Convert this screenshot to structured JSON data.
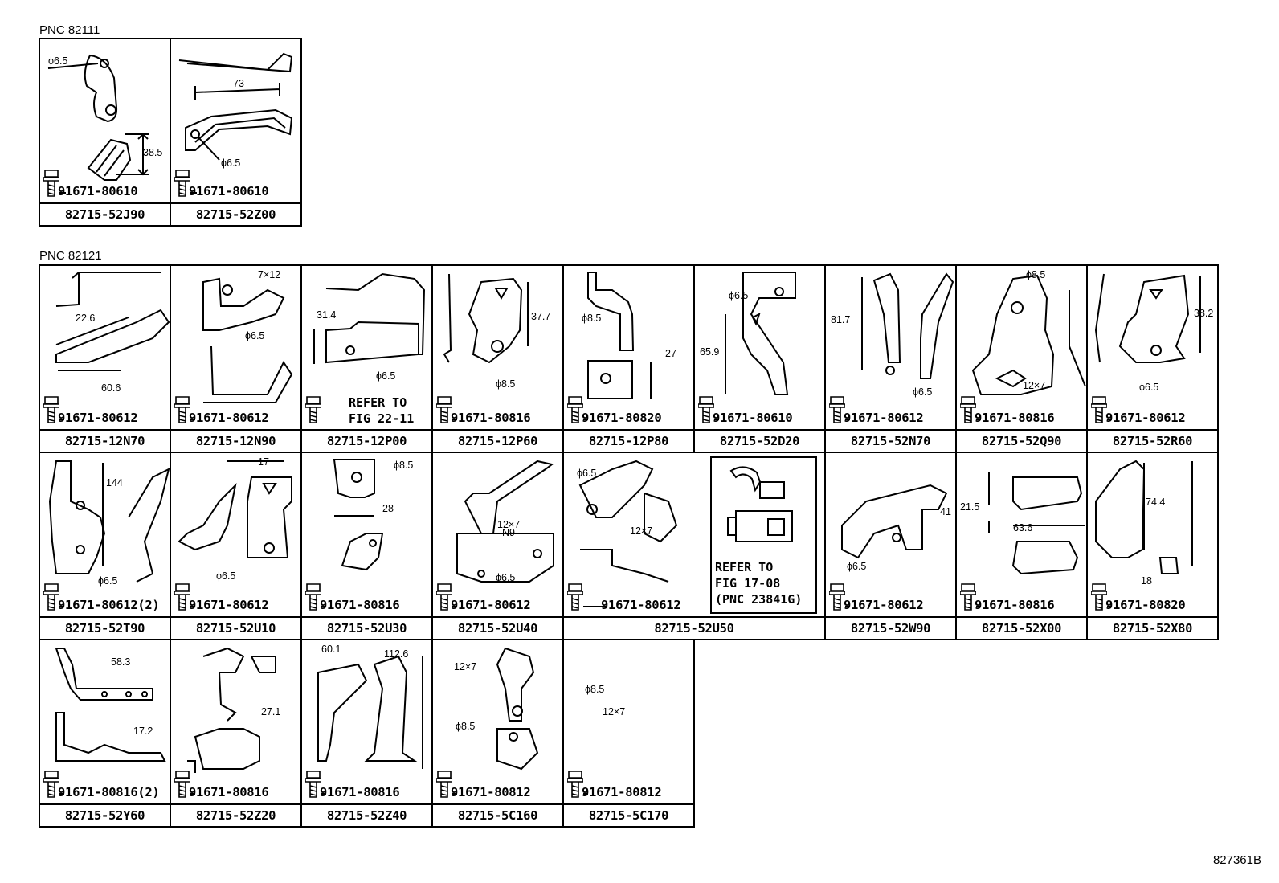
{
  "figure_code": "827361B",
  "groups": [
    {
      "pnc": "PNC 82111",
      "cells": [
        {
          "part": "82715-52J90",
          "bolt": "91671-80610",
          "dims": [
            "ϕ6.5",
            "38.5"
          ]
        },
        {
          "part": "82715-52Z00",
          "bolt": "91671-80610",
          "dims": [
            "73",
            "ϕ6.5"
          ]
        }
      ]
    },
    {
      "pnc": "PNC 82121",
      "cells": [
        {
          "part": "82715-12N70",
          "bolt": "91671-80612",
          "dims": [
            "22.6",
            "60.6"
          ]
        },
        {
          "part": "82715-12N90",
          "bolt": "91671-80612",
          "dims": [
            "7×12",
            "ϕ6.5"
          ]
        },
        {
          "part": "82715-12P00",
          "note": "REFER TO\nFIG 22-11",
          "dims": [
            "31.4",
            "ϕ6.5"
          ]
        },
        {
          "part": "82715-12P60",
          "bolt": "91671-80816",
          "dims": [
            "37.7",
            "ϕ8.5"
          ]
        },
        {
          "part": "82715-12P80",
          "bolt": "91671-80820",
          "dims": [
            "ϕ8.5",
            "27"
          ]
        },
        {
          "part": "82715-52D20",
          "bolt": "91671-80610",
          "dims": [
            "ϕ6.5",
            "65.9"
          ]
        },
        {
          "part": "82715-52N70",
          "bolt": "91671-80612",
          "dims": [
            "81.7",
            "ϕ6.5"
          ]
        },
        {
          "part": "82715-52Q90",
          "bolt": "91671-80816",
          "dims": [
            "ϕ8.5",
            "12×7"
          ]
        },
        {
          "part": "82715-52R60",
          "bolt": "91671-80612",
          "dims": [
            "38.2",
            "ϕ6.5"
          ]
        },
        {
          "part": "82715-52T90",
          "bolt": "91671-80612(2)",
          "dims": [
            "144",
            "ϕ6.5"
          ]
        },
        {
          "part": "82715-52U10",
          "bolt": "91671-80612",
          "dims": [
            "17",
            "ϕ6.5"
          ]
        },
        {
          "part": "82715-52U30",
          "bolt": "91671-80816",
          "dims": [
            "ϕ8.5",
            "28"
          ]
        },
        {
          "part": "82715-52U40",
          "bolt": "91671-80612",
          "dims": [
            "12×7",
            "N9",
            "ϕ6.5"
          ]
        },
        {
          "part": "82715-52U50",
          "bolt": "91671-80612",
          "dims": [
            "ϕ6.5",
            "12×7"
          ],
          "note": "REFER TO\nFIG 17-08\n(PNC 23841G)"
        },
        {
          "part": "82715-52W90",
          "bolt": "91671-80612",
          "dims": [
            "41",
            "ϕ6.5"
          ]
        },
        {
          "part": "82715-52X00",
          "bolt": "91671-80816",
          "dims": [
            "21.5",
            "63.6"
          ]
        },
        {
          "part": "82715-52X80",
          "bolt": "91671-80820",
          "dims": [
            "74.4",
            "18"
          ]
        },
        {
          "part": "82715-52Y60",
          "bolt": "91671-80816(2)",
          "dims": [
            "58.3",
            "17.2"
          ]
        },
        {
          "part": "82715-52Z20",
          "bolt": "91671-80816",
          "dims": [
            "27.1"
          ]
        },
        {
          "part": "82715-52Z40",
          "bolt": "91671-80816",
          "dims": [
            "60.1",
            "112.6"
          ]
        },
        {
          "part": "82715-5C160",
          "bolt": "91671-80812",
          "dims": [
            "12×7",
            "ϕ8.5"
          ]
        },
        {
          "part": "82715-5C170",
          "bolt": "91671-80812",
          "dims": [
            "ϕ8.5",
            "12×7"
          ]
        }
      ]
    }
  ]
}
